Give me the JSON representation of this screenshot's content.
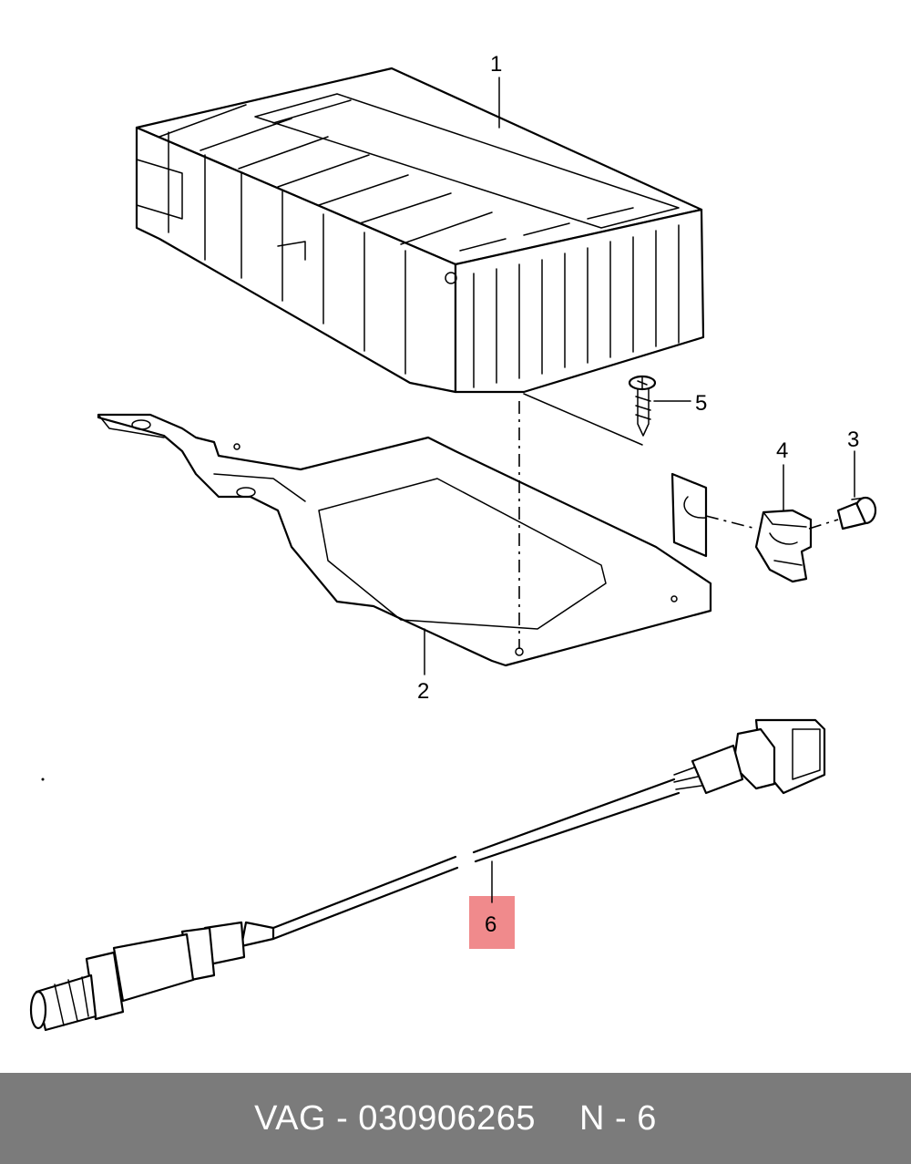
{
  "diagram": {
    "callouts": [
      {
        "id": "1",
        "label": "1"
      },
      {
        "id": "2",
        "label": "2"
      },
      {
        "id": "3",
        "label": "3"
      },
      {
        "id": "4",
        "label": "4"
      },
      {
        "id": "5",
        "label": "5"
      },
      {
        "id": "6",
        "label": "6",
        "highlighted": true
      }
    ],
    "highlight_color": "#f08a8c"
  },
  "footer": {
    "part_number_text": "VAG - 030906265",
    "position_text": "N - 6",
    "background": "#7b7b7b",
    "text_color": "#ffffff"
  }
}
